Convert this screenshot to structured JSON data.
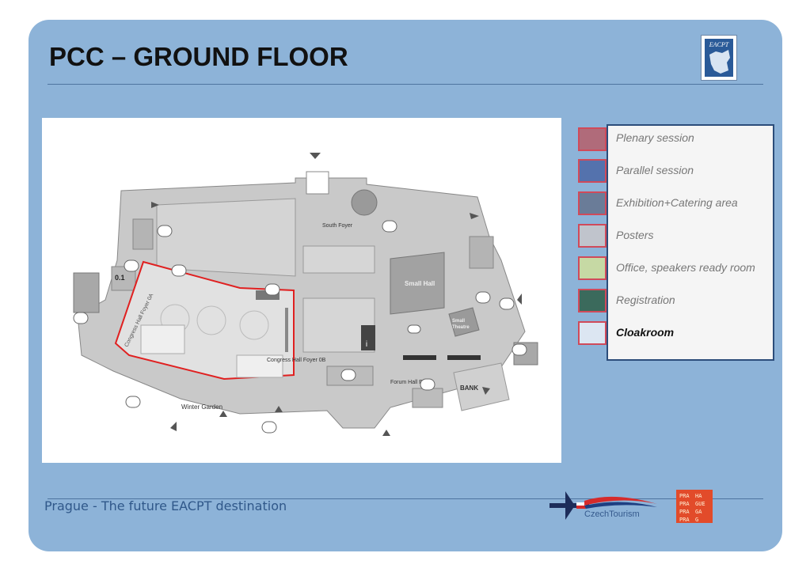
{
  "slide": {
    "title": "PCC – GROUND FLOOR",
    "logo_text": "EACPT"
  },
  "map": {
    "labels": {
      "south_foyer": "South Foyer",
      "small_hall": "Small Hall",
      "small_theatre_1": "Small",
      "small_theatre_2": "Theatre",
      "congress_hall_foyer_0a": "Congress Hall Foyer 0A",
      "congress_hall_foyer_0b": "Congress Hall Foyer 0B",
      "forum_hall_foyer": "Forum Hall Foyer",
      "winter_garden": "Winter Garden",
      "bank": "BANK",
      "room_01": "0.1",
      "info": "i"
    }
  },
  "legend": {
    "items": [
      {
        "label": "Plenary session",
        "color": "#b06b7a",
        "active": false
      },
      {
        "label": "Parallel session",
        "color": "#5472ad",
        "active": false
      },
      {
        "label": "Exhibition+Catering area",
        "color": "#6a7c98",
        "active": false
      },
      {
        "label": "Posters",
        "color": "#c0c4cc",
        "active": false
      },
      {
        "label": "Office, speakers ready room",
        "color": "#c6d9a4",
        "active": false
      },
      {
        "label": "Registration",
        "color": "#3b6a5c",
        "active": false
      },
      {
        "label": "Cloakroom",
        "color": "#dce6f2",
        "active": true
      }
    ]
  },
  "footer": {
    "text": "Prague - The future EACPT destination",
    "czechtourism": "CzechTourism",
    "praha_col1": "PRA\nPRA\nPRA\nPRA",
    "praha_col2": "HA\nGUE\nGA\nG"
  },
  "colors": {
    "slide_bg": "#8db3d8",
    "highlight_outline": "#e02020",
    "floor": "#c9c9c9"
  }
}
